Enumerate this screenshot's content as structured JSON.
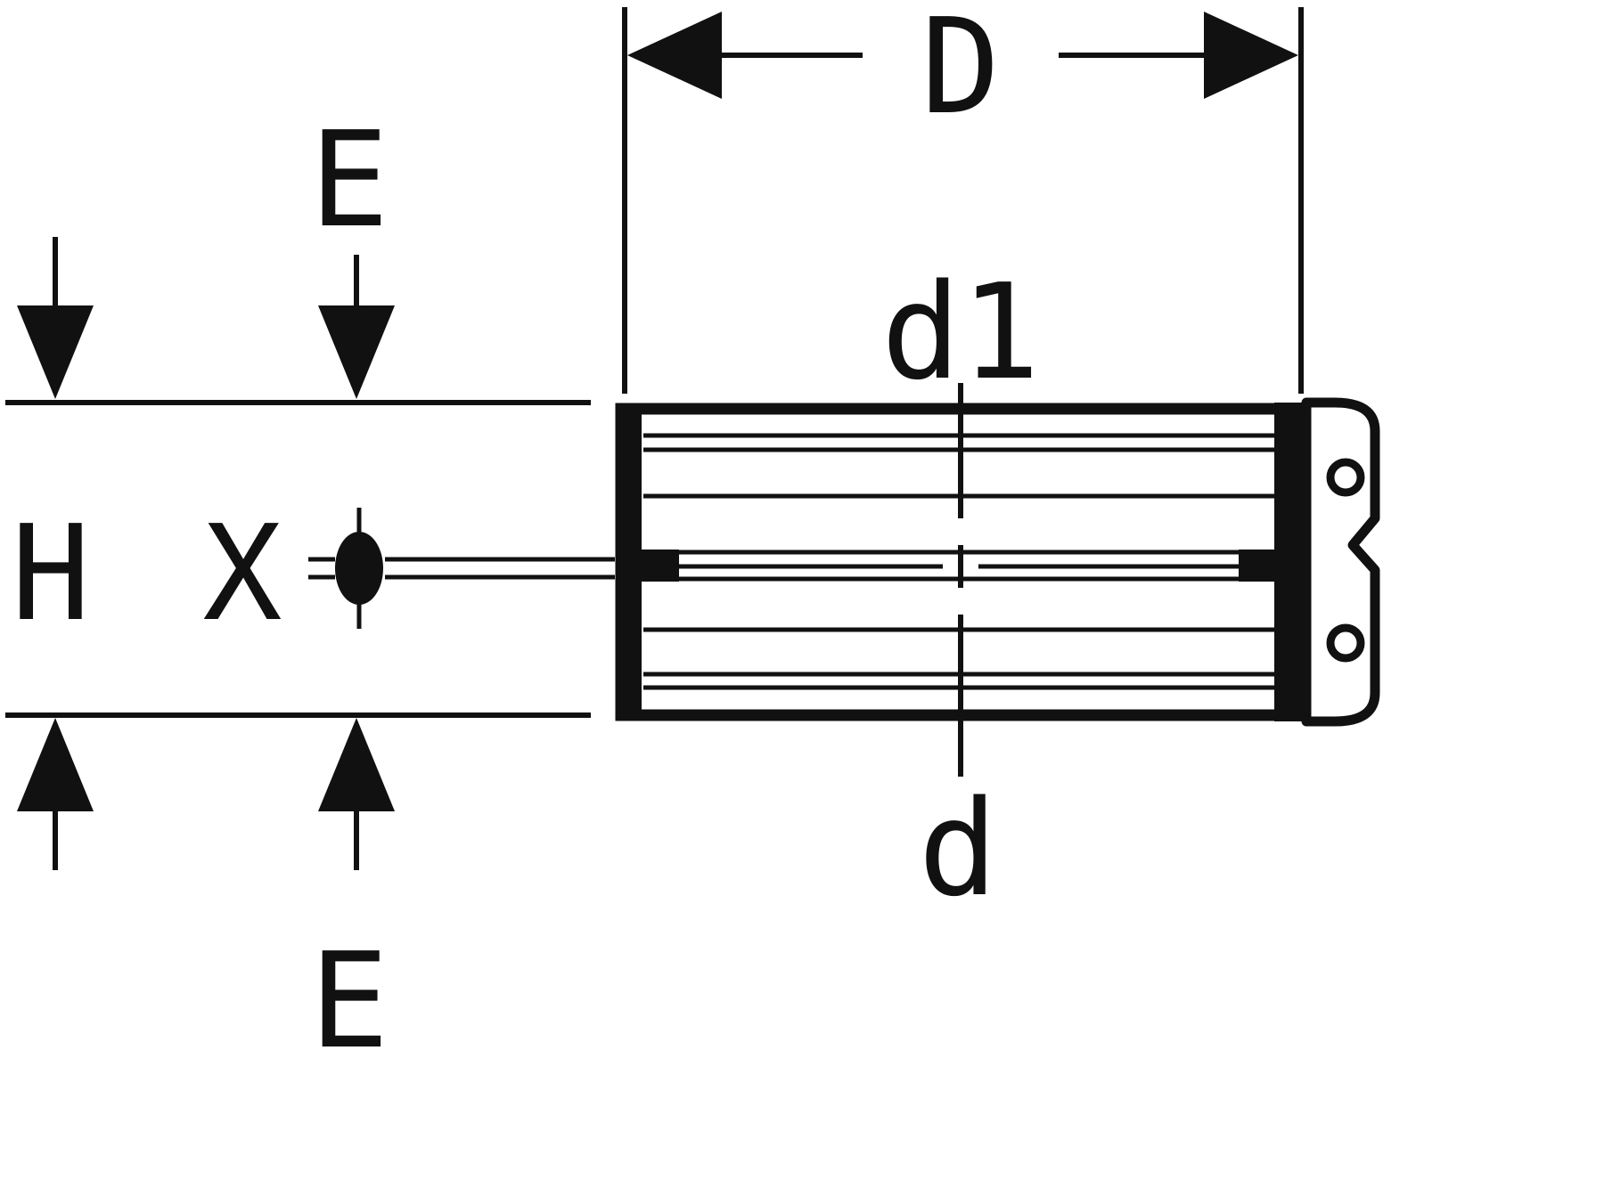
{
  "diagram": {
    "labels": {
      "D": "D",
      "E_top": "E",
      "E_bottom": "E",
      "H": "H",
      "X": "X",
      "d1": "d1",
      "d": "d"
    },
    "colors": {
      "line": "#111111",
      "background": "#ffffff"
    }
  }
}
